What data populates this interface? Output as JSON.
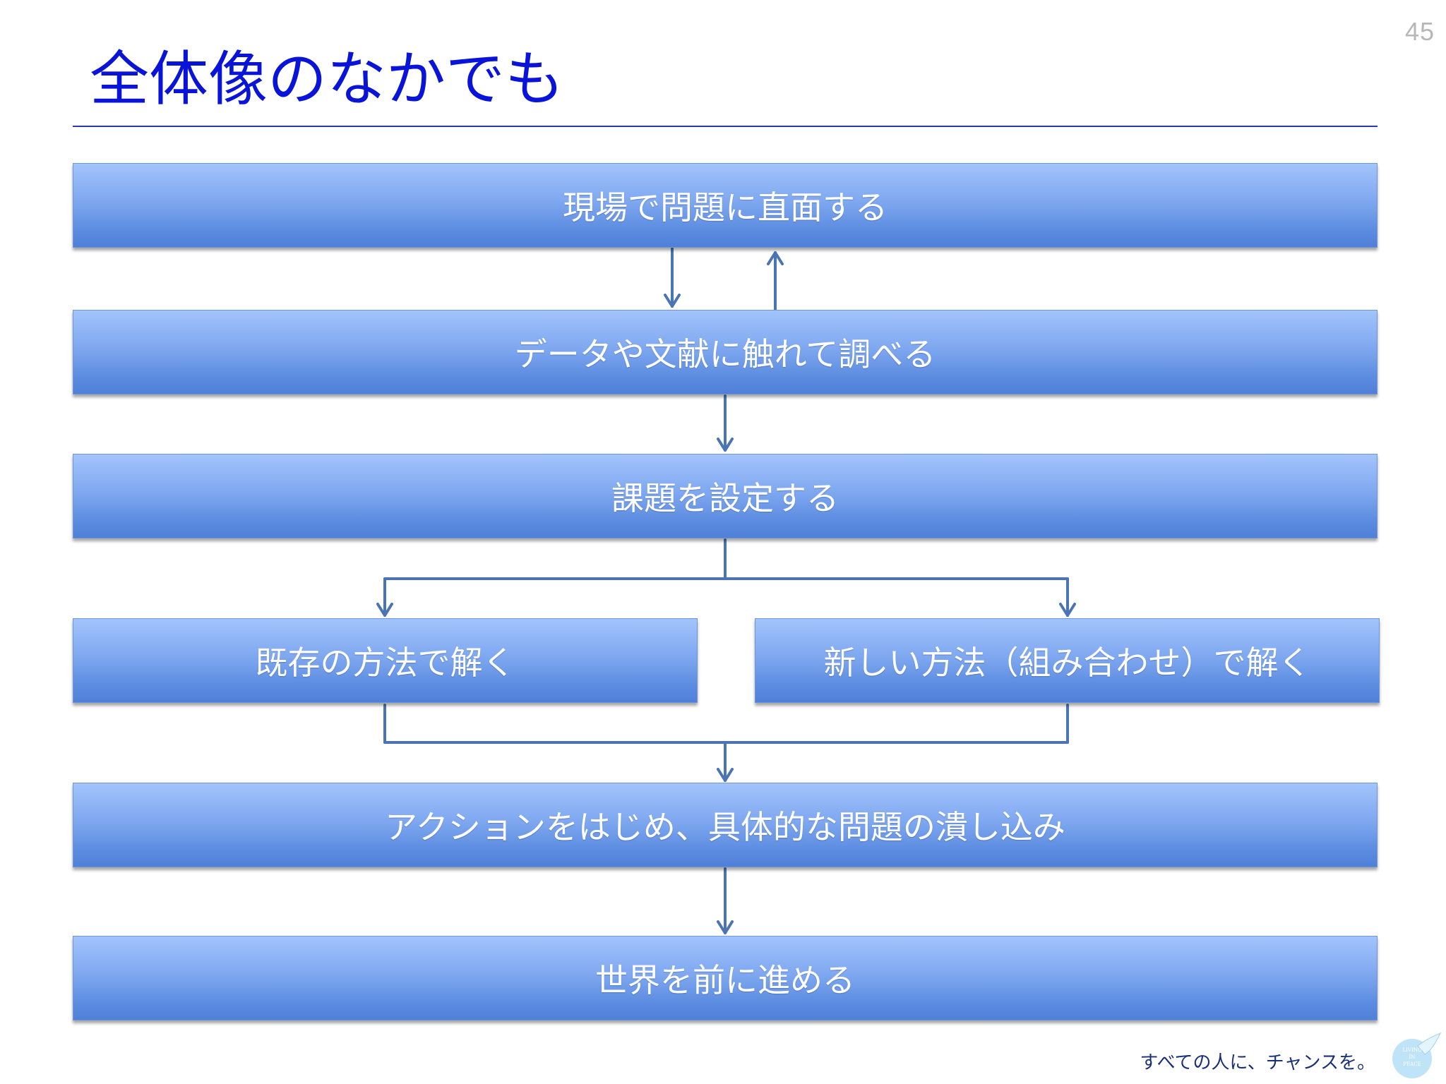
{
  "page_number": "45",
  "title": "全体像のなかでも",
  "boxes": {
    "face_problem": "現場で問題に直面する",
    "research": "データや文献に触れて調べる",
    "set_issue": "課題を設定する",
    "existing_method": "既存の方法で解く",
    "new_method": "新しい方法（組み合わせ）で解く",
    "action": "アクションをはじめ、具体的な問題の潰し込み",
    "advance_world": "世界を前に進める"
  },
  "footer": {
    "slogan": "すべての人に、チャンスを。",
    "logo_lines": [
      "LIVING",
      "IN",
      "PEACE"
    ]
  },
  "colors": {
    "title": "#0a14d9",
    "box_top": "#a3c4fc",
    "box_bottom": "#4f80d8",
    "connector": "#4a74b4"
  }
}
